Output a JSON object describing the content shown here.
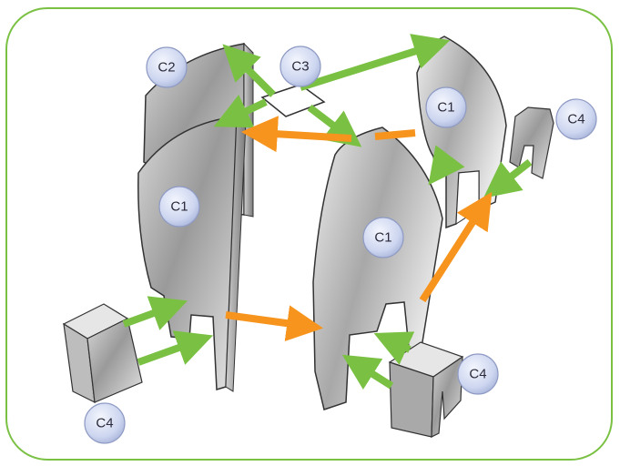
{
  "diagram": {
    "labels": {
      "c1_left": "C1",
      "c1_center": "C1",
      "c1_right": "C1",
      "c2": "C2",
      "c3": "C3",
      "c4_right": "C4",
      "c4_bottom_left": "C4",
      "c4_bottom_right": "C4"
    },
    "colors": {
      "frame_border": "#7ac143",
      "green_arrow": "#7ac143",
      "orange_arrow": "#f7941d",
      "label_circle": "#c9d3ef"
    }
  }
}
